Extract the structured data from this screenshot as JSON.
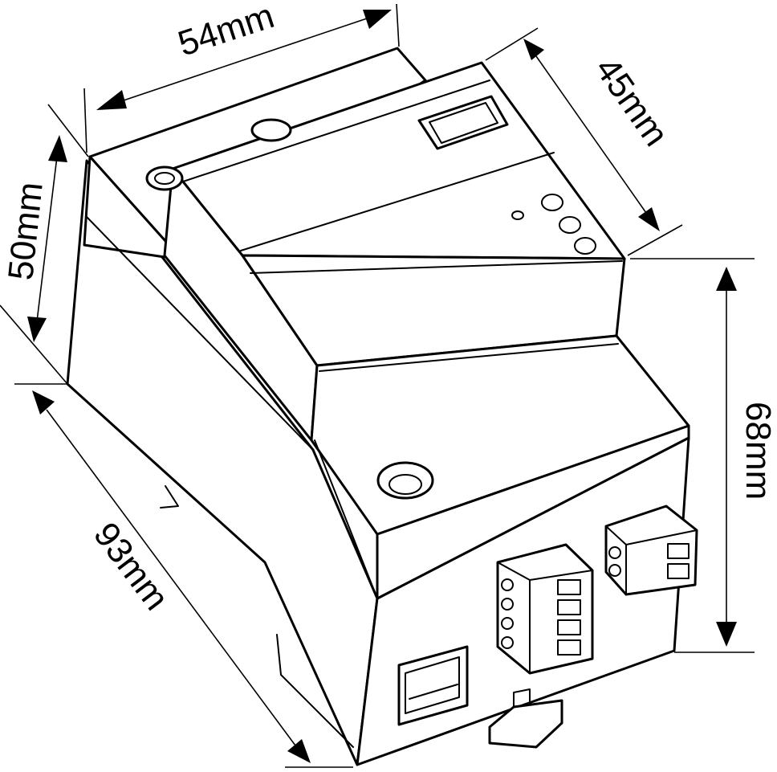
{
  "dimensions": {
    "width_top": "54mm",
    "depth_top": "45mm",
    "height_left": "50mm",
    "height_right": "68mm",
    "length_base": "93mm"
  },
  "colors": {
    "line": "#000000",
    "background": "#ffffff"
  }
}
